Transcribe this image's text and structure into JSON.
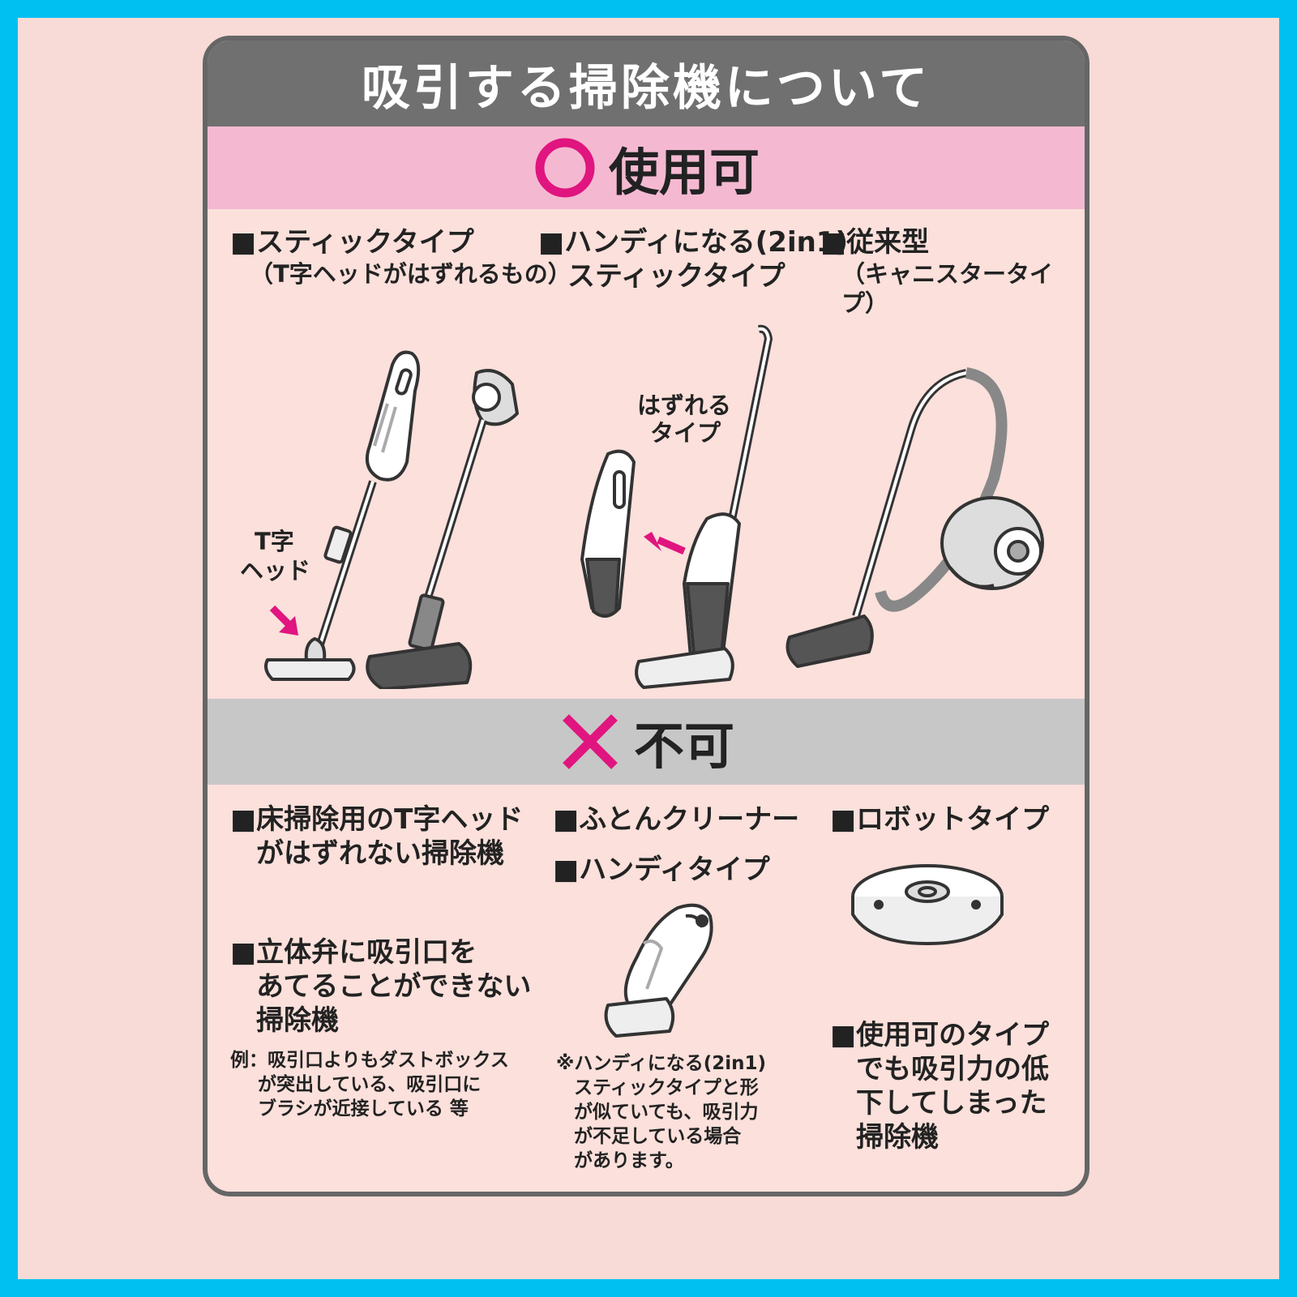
{
  "title": "吸引する掃除機について",
  "ok_section": {
    "label": "使用可",
    "categories": [
      {
        "title": "■スティックタイプ",
        "sub": "（T字ヘッドがはずれるもの）"
      },
      {
        "title": "■ハンディになる(2in1)",
        "sub": "スティックタイプ"
      },
      {
        "title": "■従来型",
        "sub": "（キャニスタータイプ）"
      }
    ],
    "annotations": {
      "t_head_line1": "T字",
      "t_head_line2": "ヘッド",
      "detach_line1": "はずれる",
      "detach_line2": "タイプ"
    }
  },
  "ng_section": {
    "label": "不可",
    "items": {
      "no_detach_line1": "■床掃除用のT字ヘッド",
      "no_detach_line2": "がはずれない掃除機",
      "futon": "■ふとんクリーナー",
      "handy": "■ハンディタイプ",
      "robot": "■ロボットタイプ",
      "valve_line1": "■立体弁に吸引口を",
      "valve_line2": "あてることができない",
      "valve_line3": "掃除機",
      "example_line1": "例：吸引口よりもダストボックス",
      "example_line2": "が突出している、吸引口に",
      "example_line3": "ブラシが近接している 等",
      "note_line1": "※ハンディになる(2in1)",
      "note_line2": "スティックタイプと形",
      "note_line3": "が似ていても、吸引力",
      "note_line4": "が不足している場合",
      "note_line5": "があります。",
      "weak_line1": "■使用可のタイプ",
      "weak_line2": "でも吸引力の低",
      "weak_line3": "下してしまった",
      "weak_line4": "掃除機"
    }
  },
  "colors": {
    "accent_magenta": "#e0157f",
    "title_bar": "#707070",
    "ok_band": "#f4b9d1",
    "ng_band": "#c7c7c7",
    "frame": "#00c0f2"
  }
}
